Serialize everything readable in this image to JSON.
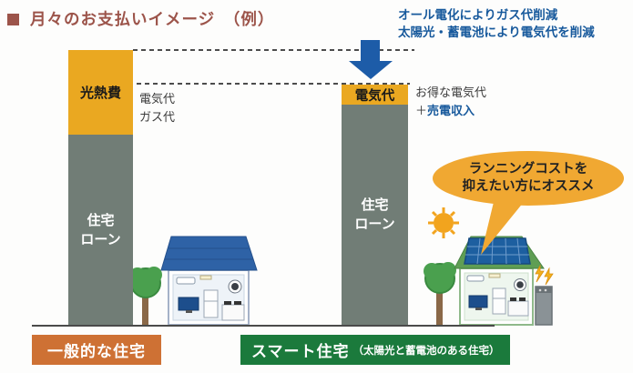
{
  "title": {
    "text": "月々のお支払いイメージ　（例）"
  },
  "note_top_right": {
    "line1": "オール電化によりガス代削減",
    "line2": "太陽光・蓄電池により電気代を削減"
  },
  "left_chart": {
    "bar_top_label": "光熱費",
    "loan_line1": "住宅",
    "loan_line2": "ローン",
    "annotation_line1": "電気代",
    "annotation_line2": "ガス代",
    "footer_label": "一般的な住宅"
  },
  "right_chart": {
    "bar_top_label": "電気代",
    "loan_line1": "住宅",
    "loan_line2": "ローン",
    "annotation_line1": "お得な電気代",
    "annotation_plus": "＋",
    "annotation_blue": "売電収入",
    "footer_label": "スマート住宅",
    "footer_sublabel": "（太陽光と蓄電池のある住宅）"
  },
  "bubble": {
    "line1": "ランニングコストを",
    "line2": "抑えたい方にオススメ"
  },
  "colors": {
    "title": "#9c544a",
    "bar_yellow": "#eaa821",
    "bar_gray": "#717d76",
    "accent_blue": "#17599c",
    "arrow_blue": "#1d5ca8",
    "label_orange": "#ce7134",
    "label_green": "#1b7a3c",
    "bubble_orange": "#f0a832"
  },
  "chart_data": {
    "type": "bar",
    "subtype": "conceptual-stacked-comparison",
    "categories": [
      "一般的な住宅",
      "スマート住宅"
    ],
    "series": [
      {
        "name": "光熱費 / 電気代",
        "relative_heights": [
          93,
          22
        ]
      },
      {
        "name": "住宅ローン",
        "relative_heights": [
          209,
          242
        ]
      }
    ],
    "ylabel": "",
    "xlabel": "",
    "legend_position": "none",
    "grid": false
  }
}
